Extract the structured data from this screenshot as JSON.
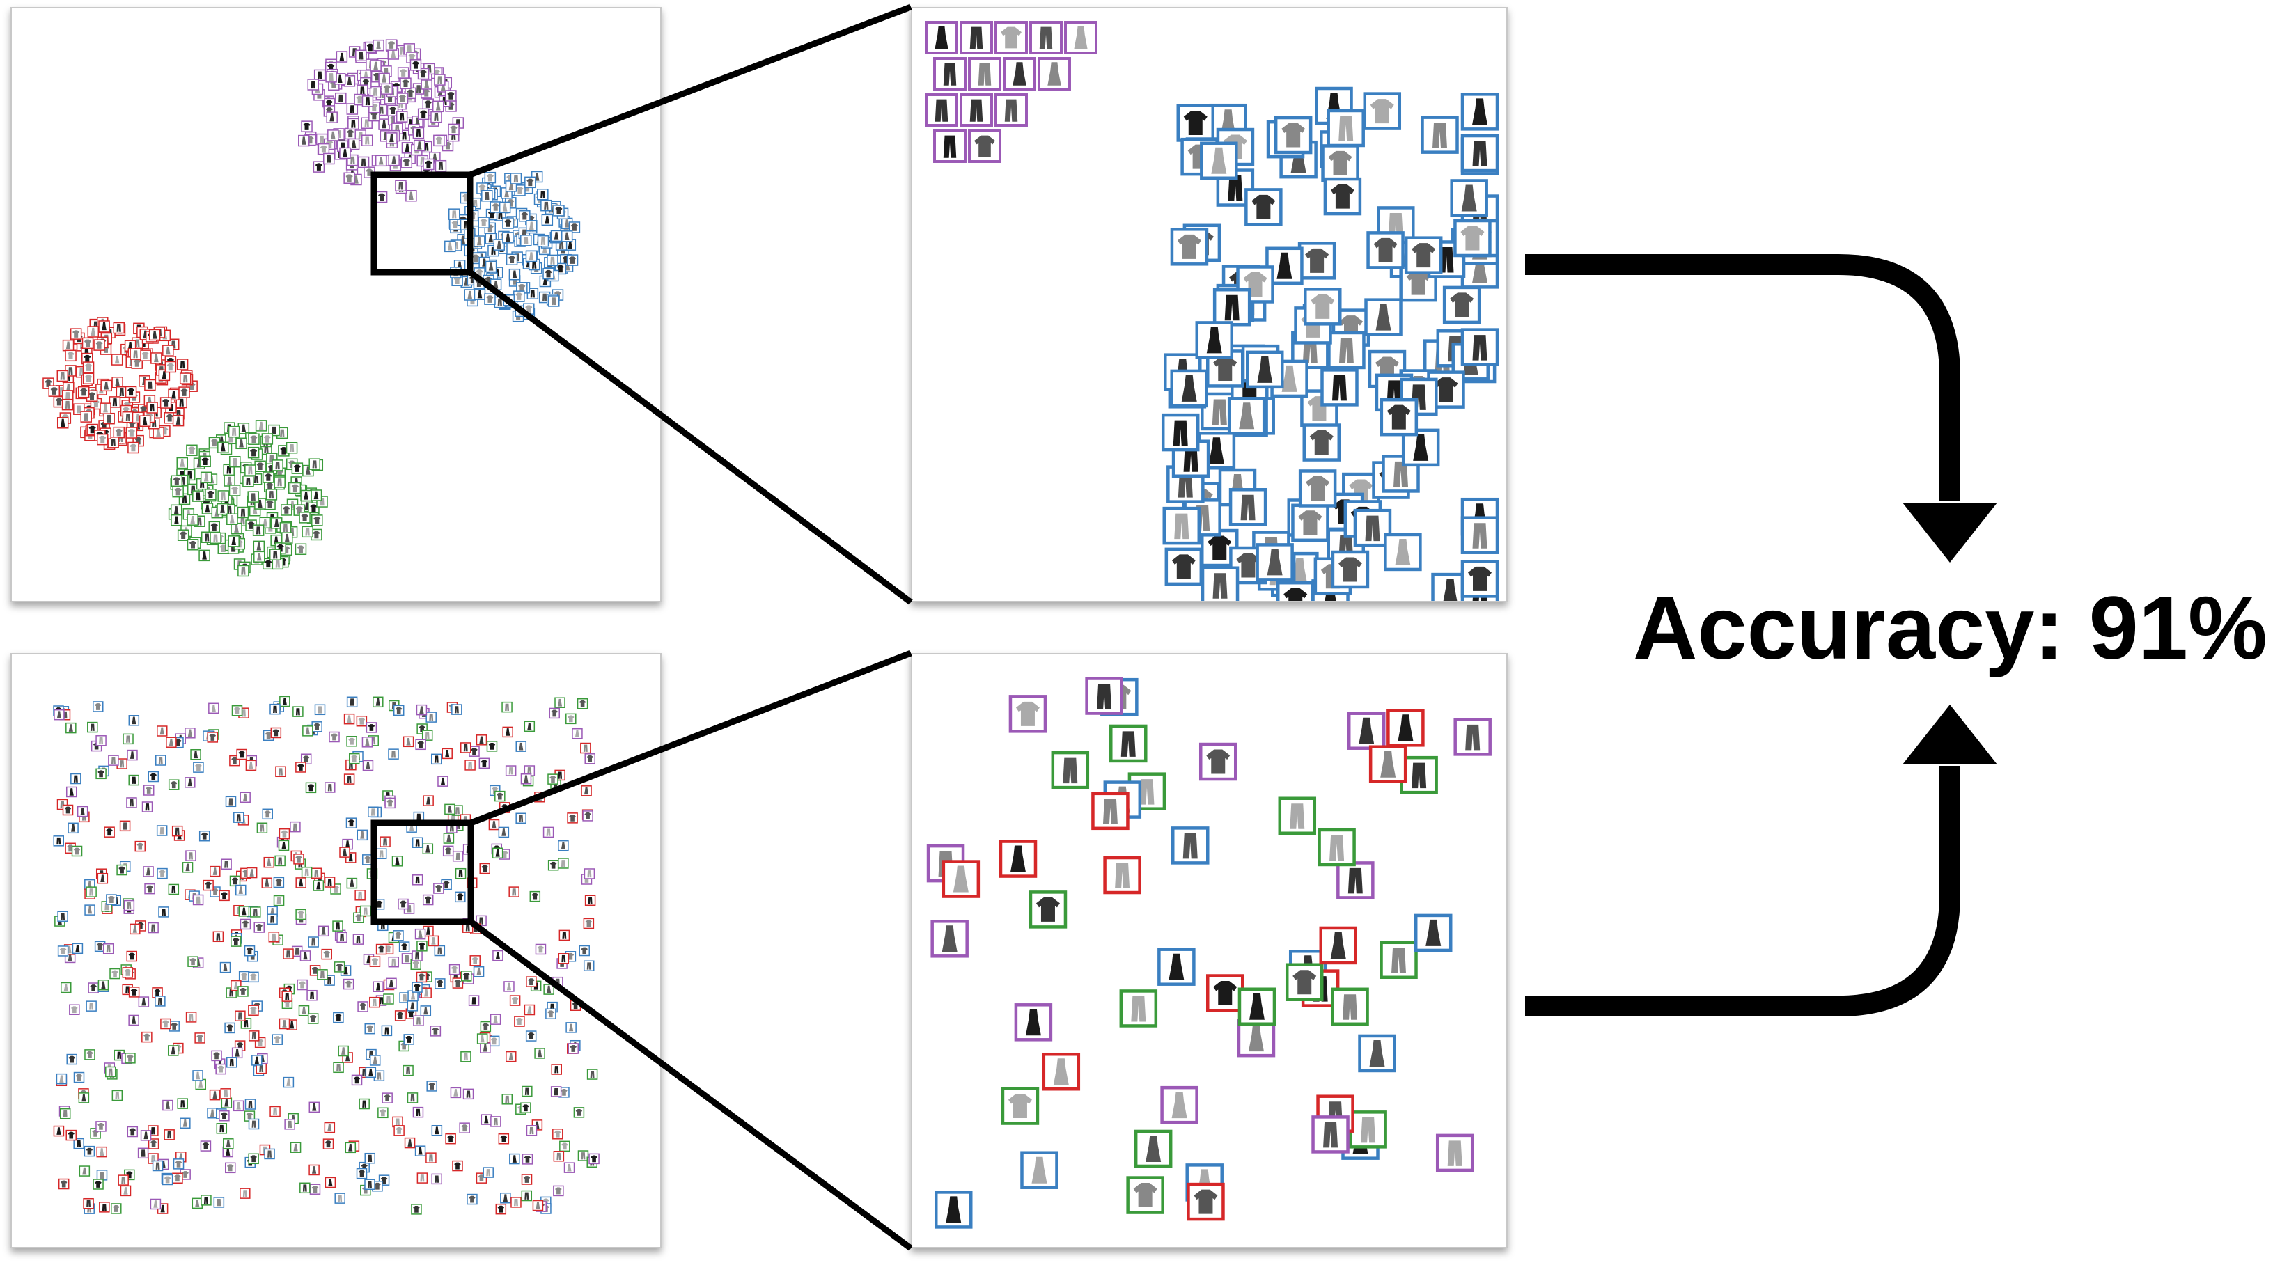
{
  "accuracy_label": "Accuracy: 91%",
  "colors": {
    "purple": "#9b59b6",
    "blue": "#3a7fc1",
    "red": "#d62728",
    "green": "#3a9a3a",
    "connector": "#000000"
  },
  "icons": {
    "thumbnail": "clothing-thumbnail-icon",
    "arrow": "arrow-down-icon"
  },
  "panels": [
    {
      "id": "top-overview",
      "layout": "clustered",
      "clusters": [
        "purple",
        "blue",
        "red",
        "green"
      ]
    },
    {
      "id": "top-zoom",
      "layout": "clustered-zoom",
      "clusters": [
        "purple",
        "blue"
      ]
    },
    {
      "id": "bottom-overview",
      "layout": "scattered",
      "clusters": [
        "purple",
        "blue",
        "red",
        "green"
      ]
    },
    {
      "id": "bottom-zoom",
      "layout": "scattered-zoom",
      "clusters": [
        "purple",
        "blue",
        "red",
        "green"
      ]
    }
  ]
}
